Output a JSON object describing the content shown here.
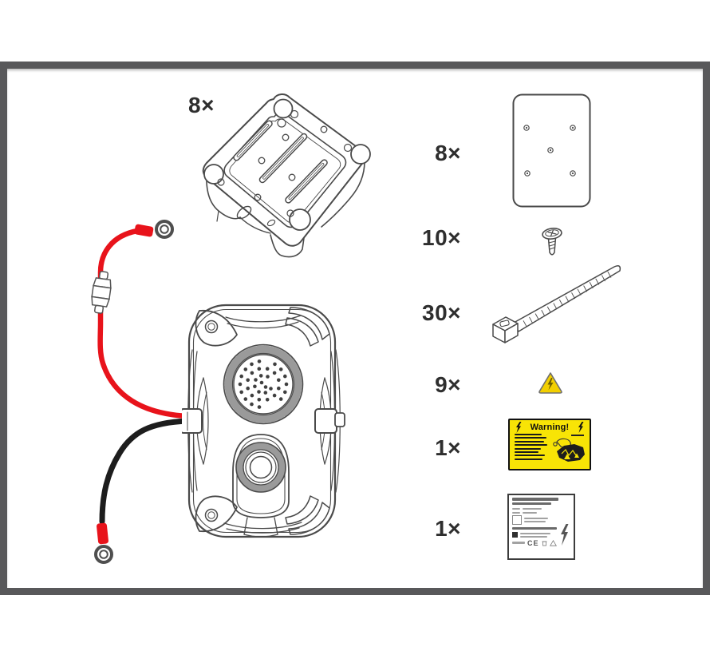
{
  "frame": {
    "color": "#58585a"
  },
  "colors": {
    "line": "#4a4a4a",
    "cable_red": "#e8131b",
    "cable_black": "#1d1d1d",
    "warning_yellow": "#f8e406",
    "triangle_yellow": "#f2cf00",
    "count_text": "#2e2e2e"
  },
  "bracket_section": {
    "count": "8×",
    "item": "mounting-bracket"
  },
  "device_section": {
    "item": "marten-repeller-device-with-red-and-black-battery-cables"
  },
  "parts": [
    {
      "name": "mounting-plate",
      "count": "8×"
    },
    {
      "name": "screw",
      "count": "10×"
    },
    {
      "name": "cable-tie",
      "count": "30×"
    },
    {
      "name": "warning-triangle-sticker",
      "count": "9×"
    },
    {
      "name": "warning-label-sticker",
      "count": "1×",
      "title": "Warning!"
    },
    {
      "name": "type-label-sticker",
      "count": "1×",
      "ce": "CE"
    }
  ]
}
